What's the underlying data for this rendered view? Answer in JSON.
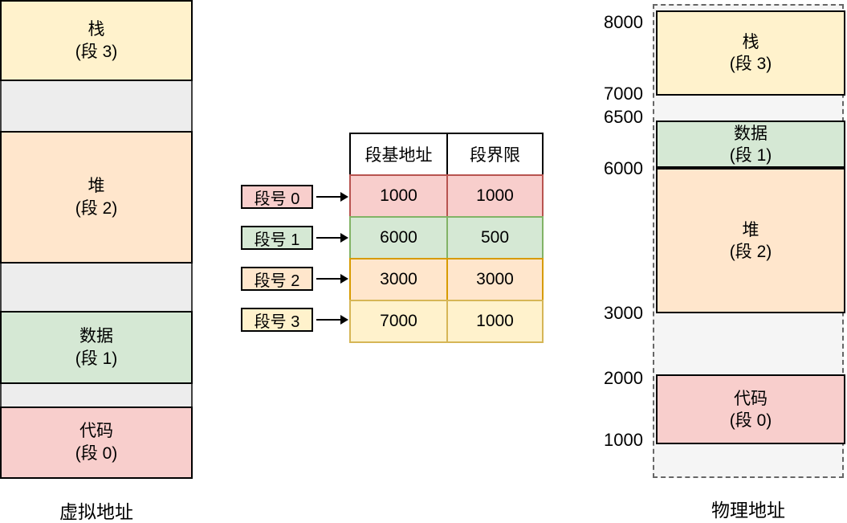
{
  "virtual_column": {
    "caption": "虚拟地址",
    "segments": [
      {
        "title": "栈",
        "subtitle": "(段 3)",
        "color": "yellow"
      },
      {
        "title": "堆",
        "subtitle": "(段 2)",
        "color": "orange"
      },
      {
        "title": "数据",
        "subtitle": "(段 1)",
        "color": "green"
      },
      {
        "title": "代码",
        "subtitle": "(段 0)",
        "color": "red"
      }
    ]
  },
  "segment_table": {
    "col_headers": [
      "段基地址",
      "段界限"
    ],
    "rows": [
      {
        "seg_label": "段号 0",
        "base": "1000",
        "limit": "1000",
        "color": "red"
      },
      {
        "seg_label": "段号 1",
        "base": "6000",
        "limit": "500",
        "color": "green"
      },
      {
        "seg_label": "段号 2",
        "base": "3000",
        "limit": "3000",
        "color": "orange"
      },
      {
        "seg_label": "段号 3",
        "base": "7000",
        "limit": "1000",
        "color": "yellow"
      }
    ]
  },
  "physical_column": {
    "caption": "物理地址",
    "address_labels": [
      "8000",
      "7000",
      "6500",
      "6000",
      "3000",
      "2000",
      "1000"
    ],
    "segments": [
      {
        "title": "栈",
        "subtitle": "(段 3)",
        "color": "yellow"
      },
      {
        "title": "数据",
        "subtitle": "(段 1)",
        "color": "green"
      },
      {
        "title": "堆",
        "subtitle": "(段 2)",
        "color": "orange"
      },
      {
        "title": "代码",
        "subtitle": "(段 0)",
        "color": "red"
      }
    ]
  },
  "colors": {
    "yellow_fill": "#fff2cc",
    "yellow_stroke": "#d6b656",
    "orange_fill": "#ffe6cc",
    "orange_stroke": "#d79b00",
    "green_fill": "#d5e8d4",
    "green_stroke": "#82b366",
    "red_fill": "#f8cecc",
    "red_stroke": "#b85450",
    "virtual_gap_fill": "#ededed",
    "virtual_gap_stroke": "#404040",
    "physical_fill": "#f5f5f5",
    "physical_stroke": "#666666",
    "table_header_stroke": "#000000",
    "arrow": "#000000"
  }
}
